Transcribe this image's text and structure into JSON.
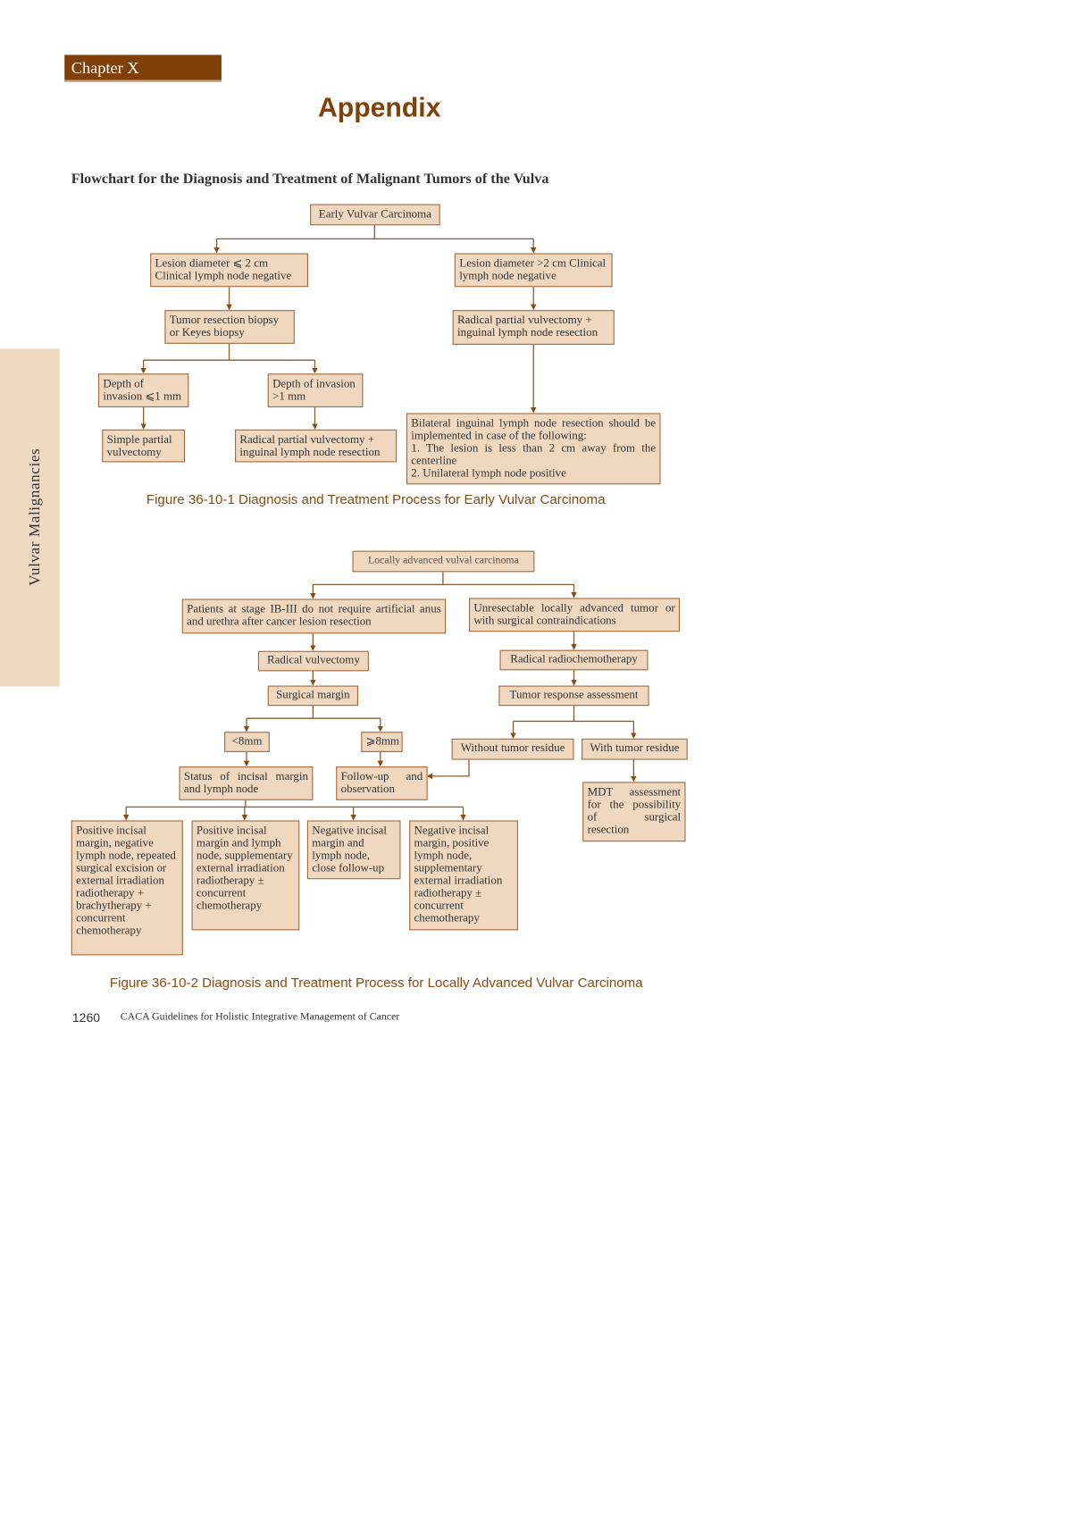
{
  "header": {
    "chapter": "Chapter X",
    "heading": "Appendix"
  },
  "side_tab": "Vulvar Malignancies",
  "section_title": "Flowchart for the Diagnosis and Treatment of Malignant Tumors of the Vulva",
  "figure1": {
    "root": "Early Vulvar Carcinoma",
    "left1": "Lesion diameter ⩽ 2 cm Clinical lymph node negative",
    "right1": "Lesion diameter >2 cm Clinical lymph node negative",
    "left2": "Tumor resection biopsy or Keyes biopsy",
    "right2": "Radical partial vulvectomy + inguinal lymph node resection",
    "depth_le": "Depth of invasion ⩽1 mm",
    "depth_gt": "Depth of invasion >1 mm",
    "simple": "Simple partial vulvectomy",
    "radical": "Radical partial vulvectomy + inguinal lymph node resection",
    "bilateral": "Bilateral inguinal lymph node resection should be implemented in case of the following:",
    "bilateral_1": "1. The lesion is less than 2 cm away from the centerline",
    "bilateral_2": "2. Unilateral lymph node positive",
    "caption": "Figure 36-10-1 Diagnosis and Treatment Process for Early Vulvar Carcinoma"
  },
  "figure2": {
    "root": "Locally advanced vulval carcinoma",
    "left1": "Patients at stage IB-III do not require artificial anus and urethra after cancer lesion resection",
    "right1": "Unresectable locally advanced tumor or with surgical contraindications",
    "radical_vulvectomy": "Radical vulvectomy",
    "surgical_margin": "Surgical margin",
    "lt8": "<8mm",
    "ge8": "⩾8mm",
    "status": "Status of incisal margin and lymph node",
    "followup": "Follow-up and observation",
    "radiochemo": "Radical radiochemotherapy",
    "response": "Tumor response assessment",
    "without_residue": "Without tumor residue",
    "with_residue": "With tumor residue",
    "mdt": "MDT assessment for the possibility of surgical resection",
    "out1": "Positive incisal margin, negative lymph node, repeated surgical excision or external irradiation radiotherapy + brachytherapy + concurrent chemotherapy",
    "out2": "Positive incisal margin and lymph node, supplementary external irradiation radiotherapy ± concurrent chemotherapy",
    "out3": "Negative incisal margin and lymph node, close follow-up",
    "out4": "Negative incisal margin, positive lymph node, supplementary external irradiation radiotherapy ± concurrent chemotherapy",
    "caption": "Figure 36-10-2 Diagnosis and Treatment Process for Locally Advanced Vulvar Carcinoma"
  },
  "footer": {
    "page_number": "1260",
    "text": "CACA Guidelines for Holistic Integrative Management of Cancer"
  }
}
